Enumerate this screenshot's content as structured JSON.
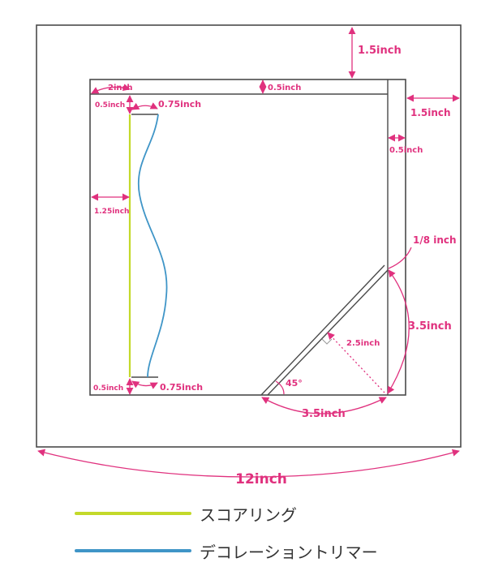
{
  "colors": {
    "outline": "#4a4a4a",
    "annotation": "#e0317e",
    "scoring": "#c3d92a",
    "trimmer": "#3f95c7"
  },
  "dimensions": {
    "top_margin": "1.5inch",
    "top_strip": "0.5inch",
    "right_margin": "1.5inch",
    "right_strip": "0.5inch",
    "left_width": "2inch",
    "upper_offset_v": "0.5inch",
    "upper_offset_h": "0.75inch",
    "left_offset": "1.25inch",
    "lower_offset_v": "0.5inch",
    "lower_offset_h": "0.75inch",
    "corner_gap": "1/8 inch",
    "triangle_height": "3.5inch",
    "triangle_base": "3.5inch",
    "triangle_altitude": "2.5inch",
    "angle": "45°",
    "overall_width": "12inch"
  },
  "legend": [
    {
      "label": "スコアリング",
      "color": "#c3d92a"
    },
    {
      "label": "デコレーショントリマー",
      "color": "#3f95c7"
    }
  ]
}
